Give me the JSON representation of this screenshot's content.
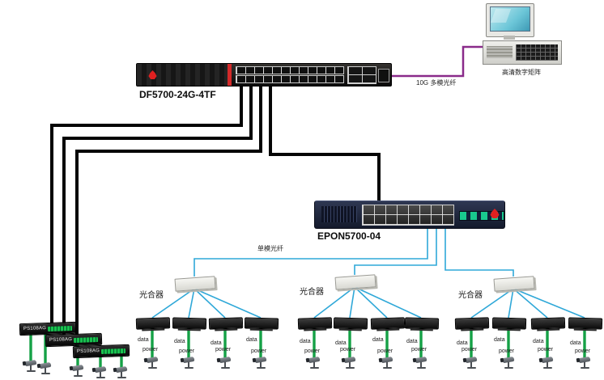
{
  "core_switch": {
    "label": "DF5700-24G-4TF"
  },
  "epon": {
    "label": "EPON5700-04"
  },
  "matrix": {
    "label": "高清数字矩阵"
  },
  "links": {
    "fiber_10g": "10G 多模光纤",
    "single_mode": "单模光纤"
  },
  "splitters": [
    {
      "label": "光合器"
    },
    {
      "label": "光合器"
    },
    {
      "label": "光合器"
    }
  ],
  "access_switches": [
    {
      "label": "PS108AG"
    },
    {
      "label": "PS108AG"
    },
    {
      "label": "PS108AG"
    }
  ],
  "converter_labels": {
    "data": "data",
    "power": "power"
  },
  "colors": {
    "fiber_10g": "#8a2b8a",
    "single_mode_fiber": "#2fa8d8",
    "copper_trunk": "#000000",
    "camera_cable": "#15a146",
    "switch_accent_red": "#d42a2a"
  }
}
